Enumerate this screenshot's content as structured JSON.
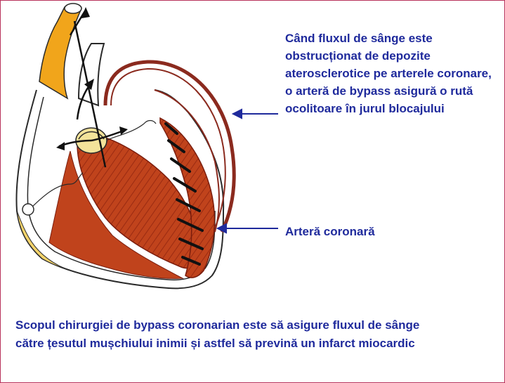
{
  "figure": {
    "callouts": {
      "bypass": "Când fluxul de sânge este obstrucționat de depozite aterosclerotice pe arterele coronare, o arteră de bypass asigură o rută ocolitoare în jurul blocajului",
      "coronary": "Arteră coronară"
    },
    "caption": "Scopul chirurgiei de bypass coronarian este să asigure fluxul de sânge către țesutul mușchiului inimii și astfel să prevină un infarct miocardic"
  },
  "colors": {
    "frame_border": "#b8325c",
    "label_text": "#1f2a9c",
    "muscle": "#c0431c",
    "muscle_dark": "#7a1d0d",
    "bypass_vessel": "#8b2a1e",
    "aorta": "#f1a51b",
    "valve": "#f3e39a",
    "outline": "#2a2a2a"
  }
}
